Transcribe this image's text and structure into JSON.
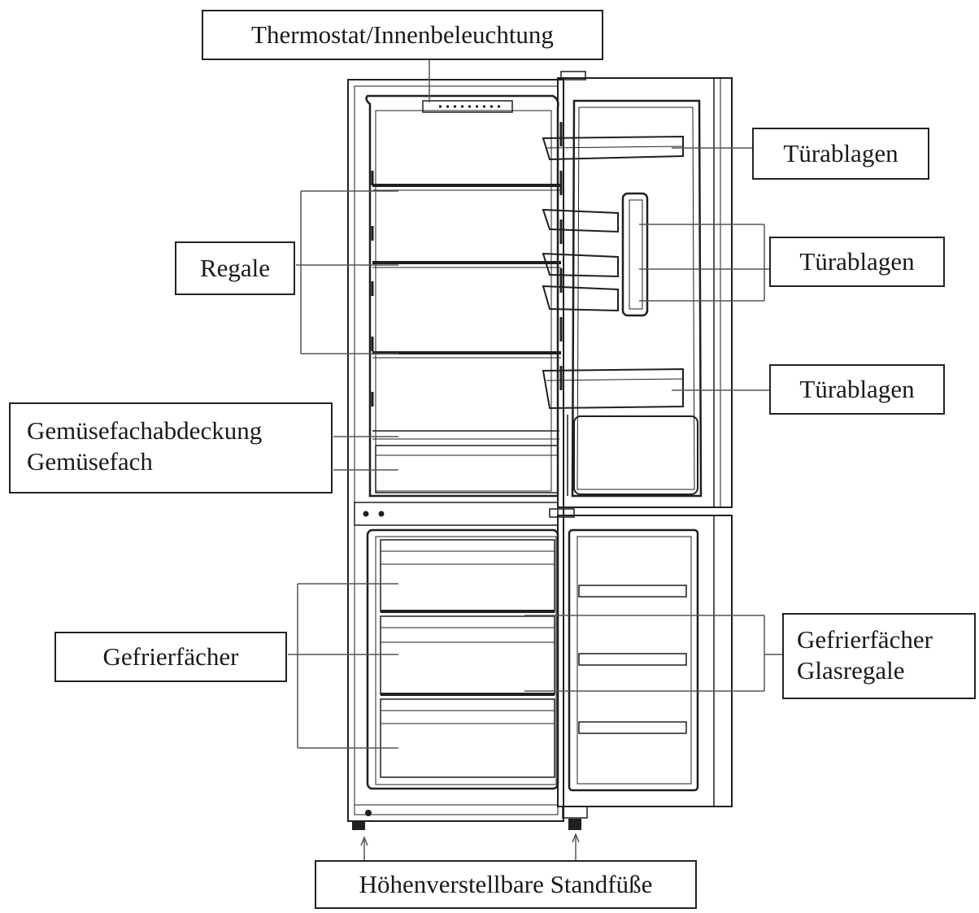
{
  "labels": {
    "thermostat": "Thermostat/Innenbeleuchtung",
    "door_shelves_top": "Türablagen",
    "door_shelves_middle": "Türablagen",
    "door_shelves_bottom": "Türablagen",
    "shelves": "Regale",
    "crisper_cover": "Gemüsefachabdeckung",
    "crisper": "Gemüsefach",
    "freezer_drawers_left": "Gefrierfächer",
    "freezer_drawers_right": "Gefrierfächer",
    "glass_shelves": "Glasregale",
    "adjustable_feet": "Höhenverstellbare Standfüße"
  },
  "colors": {
    "line": "#1f1f1f",
    "leader": "#555555",
    "background": "#ffffff"
  }
}
